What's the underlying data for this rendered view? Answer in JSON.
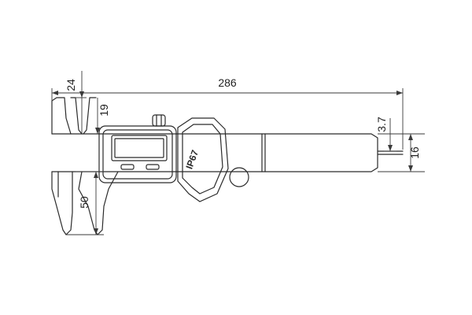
{
  "drawing": {
    "dimensions": {
      "overall_length": "286",
      "outside_jaw_depth": "50",
      "inside_jaw_depth": "24",
      "inside_jaw_tip": "19",
      "depth_rod_width": "3.7",
      "beam_width": "16"
    },
    "display": {
      "ip_rating": "IP67"
    },
    "colors": {
      "line": "#2a2a2a",
      "dimension": "#3a3a3a",
      "background": "#ffffff"
    }
  }
}
